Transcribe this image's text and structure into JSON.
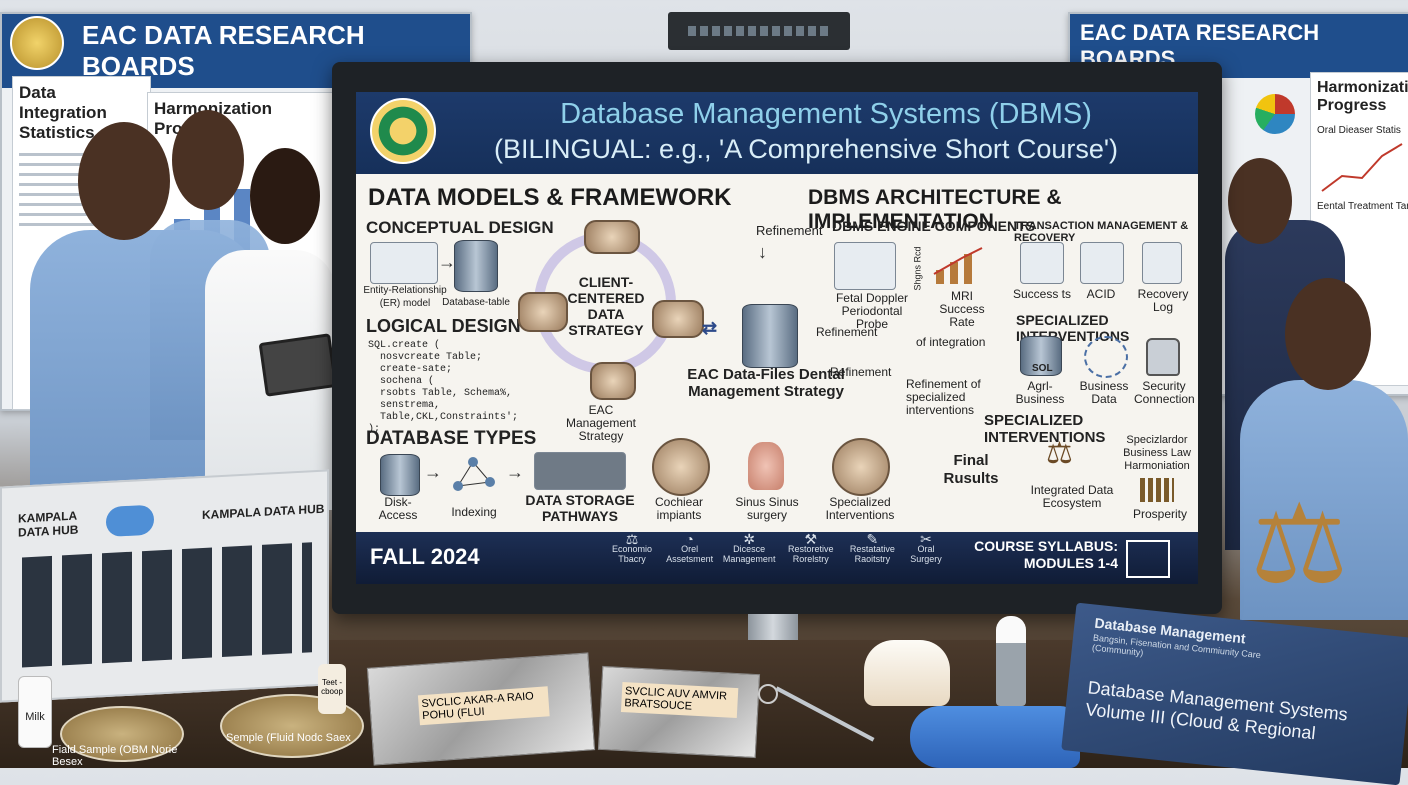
{
  "left_board": {
    "header": "EAC DATA RESEARCH BOARDS",
    "panel1": "Data Integration Statistics",
    "panel2": "Harmonization Progress"
  },
  "right_board": {
    "header": "EAC DATA RESEARCH BOARDS",
    "panel1": "Harmonization Progress",
    "panel2": "Oral Dieaser Statis",
    "panel3": "Eental Treatment Tarl"
  },
  "screen": {
    "title_line1": "Database Management Systems (DBMS)",
    "title_line2": "(BILINGUAL: e.g., 'A Comprehensive Short Course')",
    "left": {
      "heading": "DATA MODELS & FRAMEWORK",
      "conceptual": "CONCEPTUAL DESIGN",
      "er_model": "Entity-Relationship (ER) model",
      "database_table": "Database-table",
      "logical": "LOGICAL DESIGN",
      "sql_code": "SQL.create (\n  nosvcreate Table;\n  create-sate;\n  sochena (\n  rsobts Table, Schema%,\n  senstrema,\n  Table,CKL,Constraints';\n);",
      "client_strategy": "CLIENT-CENTERED DATA STRATEGY",
      "eac_mgmt": "EAC Management Strategy",
      "db_types": "DATABASE TYPES",
      "disk_access": "Disk-Access",
      "indexing": "Indexing",
      "storage": "DATA STORAGE PATHWAYS"
    },
    "middle": {
      "refinement_top": "Refinement",
      "dental_strategy": "EAC Data-Files Dental Management Strategy",
      "refinement_mid": "Refinement",
      "refinement_low": "Refinement",
      "cochlear": "Cochiear impiants",
      "sinus": "Sinus Sinus surgery",
      "specialized": "Specialized Interventions"
    },
    "right": {
      "heading": "DBMS ARCHITECTURE & IMPLEMENTATION",
      "engine": "DBMS ENGINE COMPONENTS",
      "fetal": "Fetal Doppler Periodontal Probe",
      "mri": "MRI Success Rate",
      "side_text": "Shgns Rcd",
      "of_integration": "of integration",
      "transaction": "TRANSACTION MANAGEMENT & RECOVERY",
      "success": "Success ts",
      "acid": "ACID",
      "recovery": "Recovery Log",
      "spec1": "SPECIALIZED INTERVENTIONS",
      "agri": "Agrl-Business",
      "business_data": "Business Data",
      "security": "Security Connection",
      "sol": "SOL",
      "refinement_spec": "Refinement of specialized interventions",
      "spec2": "SPECIALIZED INTERVENTIONS",
      "final": "Final Rusults",
      "law": "Specizlardor Business Law Harmoniation",
      "ecosystem": "Integrated Data Ecosystem",
      "prosperity": "Prosperity"
    },
    "bottom": {
      "term": "FALL 2024",
      "items": [
        "Economio Tbacry",
        "Orel Assetsment",
        "Dicesce Management",
        "Restoretive Rorelstry",
        "Restatative Raoitstry",
        "Oral Surgery"
      ],
      "syllabus": "COURSE SYLLABUS: MODULES 1-4"
    }
  },
  "hub": {
    "label_left": "KAMPALA DATA HUB",
    "label_right": "KAMPALA DATA HUB"
  },
  "desk": {
    "milk": "Milk",
    "teeth_label": "Teet - cboop",
    "sample_left": "Fiald Sample (OBM Norie Besex",
    "sample_right": "Semple (Fluid Nodc Saex",
    "bag1": "SVCLIC AKAR-A RAIO POHU (FLUI",
    "bag2": "SVCLIC AUV AMVIR BRATSOUCE",
    "book_title": "Database Management Systems Volume III (Cloud & Regional",
    "book_top": "Database Management",
    "book_sub": "Bangsin, Fisenation and Commiunity Care (Community)"
  }
}
